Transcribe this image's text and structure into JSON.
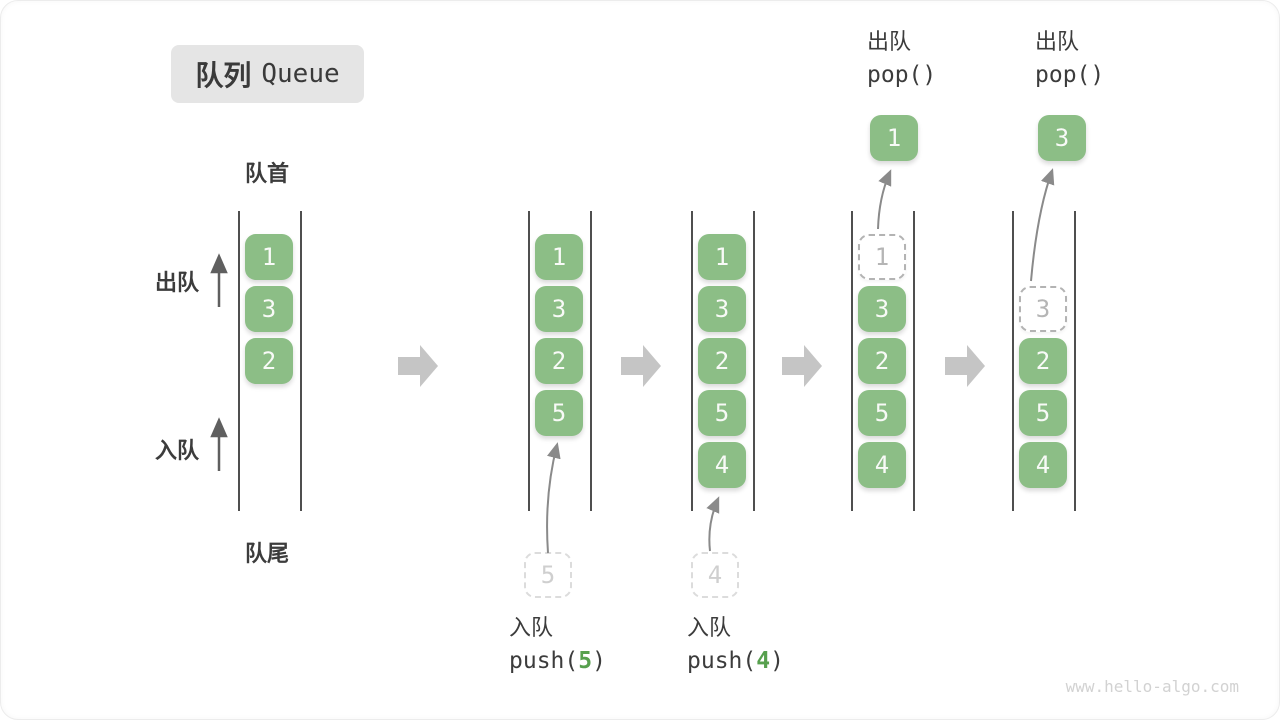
{
  "title": {
    "zh": "队列",
    "en": "Queue"
  },
  "labels": {
    "front": "队首",
    "rear": "队尾",
    "dequeue": "出队",
    "enqueue": "入队"
  },
  "watermark": "www.hello-algo.com",
  "colors": {
    "cell_green": "#8cbe86",
    "arg_green": "#57a04e",
    "column_line": "#4f4f4f",
    "block_arrow": "#c5c5c5",
    "thin_arrow": "#8a8a8a",
    "side_arrow": "#5f5f5f",
    "dashed_border": "#b3b3b3",
    "ghost_border": "#dcdcdc",
    "title_bg": "#e5e5e5",
    "text_dark": "#3c3c3c",
    "watermark_gray": "#d2d2d2"
  },
  "states": [
    {
      "name": "state-initial",
      "cells": [
        {
          "slot": 0,
          "value": "1",
          "style": "solid"
        },
        {
          "slot": 1,
          "value": "3",
          "style": "solid"
        },
        {
          "slot": 2,
          "value": "2",
          "style": "solid"
        }
      ]
    },
    {
      "name": "state-after-push-5",
      "cells": [
        {
          "slot": 0,
          "value": "1",
          "style": "solid"
        },
        {
          "slot": 1,
          "value": "3",
          "style": "solid"
        },
        {
          "slot": 2,
          "value": "2",
          "style": "solid"
        },
        {
          "slot": 3,
          "value": "5",
          "style": "solid"
        }
      ],
      "incoming": {
        "value": "5"
      },
      "caption": {
        "action": "入队",
        "call_before": "push(",
        "arg": "5",
        "call_after": ")"
      }
    },
    {
      "name": "state-after-push-4",
      "cells": [
        {
          "slot": 0,
          "value": "1",
          "style": "solid"
        },
        {
          "slot": 1,
          "value": "3",
          "style": "solid"
        },
        {
          "slot": 2,
          "value": "2",
          "style": "solid"
        },
        {
          "slot": 3,
          "value": "5",
          "style": "solid"
        },
        {
          "slot": 4,
          "value": "4",
          "style": "solid"
        }
      ],
      "incoming": {
        "value": "4"
      },
      "caption": {
        "action": "入队",
        "call_before": "push(",
        "arg": "4",
        "call_after": ")"
      }
    },
    {
      "name": "state-after-pop-1",
      "cells": [
        {
          "slot": 0,
          "value": "1",
          "style": "dashed"
        },
        {
          "slot": 1,
          "value": "3",
          "style": "solid"
        },
        {
          "slot": 2,
          "value": "2",
          "style": "solid"
        },
        {
          "slot": 3,
          "value": "5",
          "style": "solid"
        },
        {
          "slot": 4,
          "value": "4",
          "style": "solid"
        }
      ],
      "outgoing": {
        "value": "1"
      },
      "header": {
        "action": "出队",
        "call": "pop()"
      }
    },
    {
      "name": "state-after-pop-3",
      "cells": [
        {
          "slot": 1,
          "value": "3",
          "style": "dashed"
        },
        {
          "slot": 2,
          "value": "2",
          "style": "solid"
        },
        {
          "slot": 3,
          "value": "5",
          "style": "solid"
        },
        {
          "slot": 4,
          "value": "4",
          "style": "solid"
        }
      ],
      "outgoing": {
        "value": "3"
      },
      "header": {
        "action": "出队",
        "call": "pop()"
      }
    }
  ]
}
